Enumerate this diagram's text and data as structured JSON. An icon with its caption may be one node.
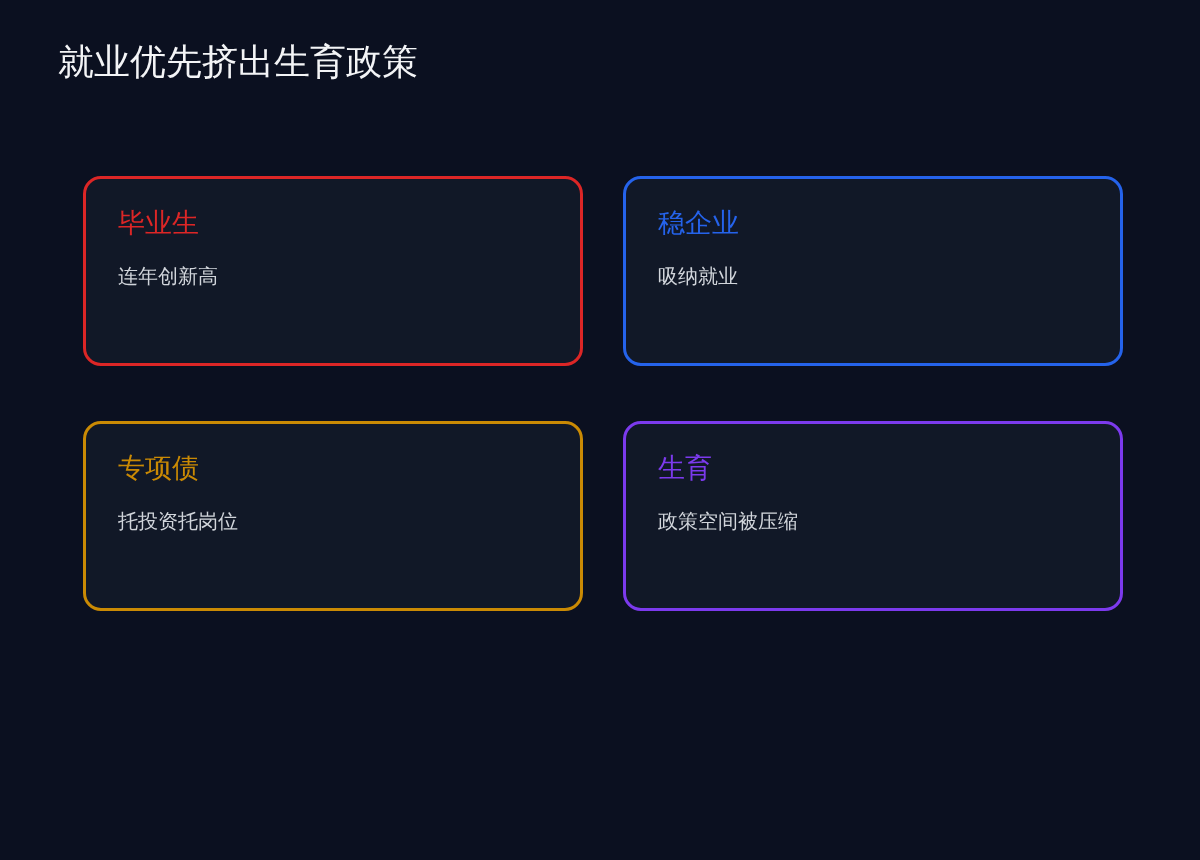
{
  "diagram": {
    "title": "就业优先挤出生育政策",
    "nodes": [
      {
        "text": [
          "毕业生",
          "连年创新高"
        ]
      },
      {
        "text": [
          "稳企业",
          "吸纳就业"
        ]
      },
      {
        "text": [
          "专项债",
          "托投资托岗位"
        ]
      },
      {
        "text": [
          "生育",
          "政策空间被压缩"
        ]
      }
    ]
  }
}
